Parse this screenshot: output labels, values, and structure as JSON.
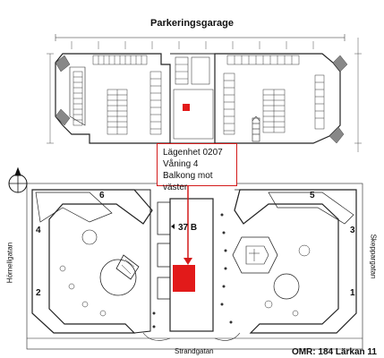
{
  "garage_title": "Parkeringsgarage",
  "callout": {
    "line1": "Lägenhet 0207",
    "line2": "Våning 4",
    "line3": "Balkong mot väster"
  },
  "building_numbers": [
    "6",
    "5",
    "4",
    "3",
    "2",
    "1"
  ],
  "address_label": "37 B",
  "streets": {
    "left": "Hörnellgatan",
    "right": "Skeppargatan",
    "bottom": "Strandgatan"
  },
  "omr_label": "OMR: 184 Lärkan 11",
  "colors": {
    "highlight": "#e21a1a",
    "callout_border": "#d31a1a",
    "line": "#222222"
  },
  "icons": [
    "compass-icon",
    "parking-stall-icon",
    "stair-icon"
  ]
}
